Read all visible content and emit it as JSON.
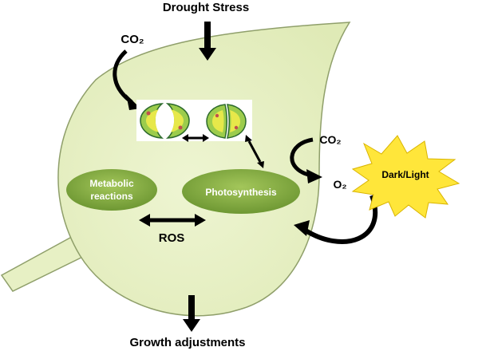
{
  "labels": {
    "drought_stress": "Drought Stress",
    "co2_top": "CO₂",
    "co2_right": "CO₂",
    "o2": "O₂",
    "dark_light": "Dark/Light",
    "metabolic_line1": "Metabolic",
    "metabolic_line2": "reactions",
    "photosynthesis": "Photosynthesis",
    "ros": "ROS",
    "growth": "Growth adjustments"
  },
  "colors": {
    "leaf_fill": "#e9f2c8",
    "leaf_stroke": "#8f9f6a",
    "ellipse_fill": "#7fa83c",
    "ellipse_text": "#ffffff",
    "star_fill": "#ffe63a",
    "arrow": "#000000",
    "guard_cell": "#9ccc4c",
    "guard_cell_inner": "#e7e84a"
  }
}
